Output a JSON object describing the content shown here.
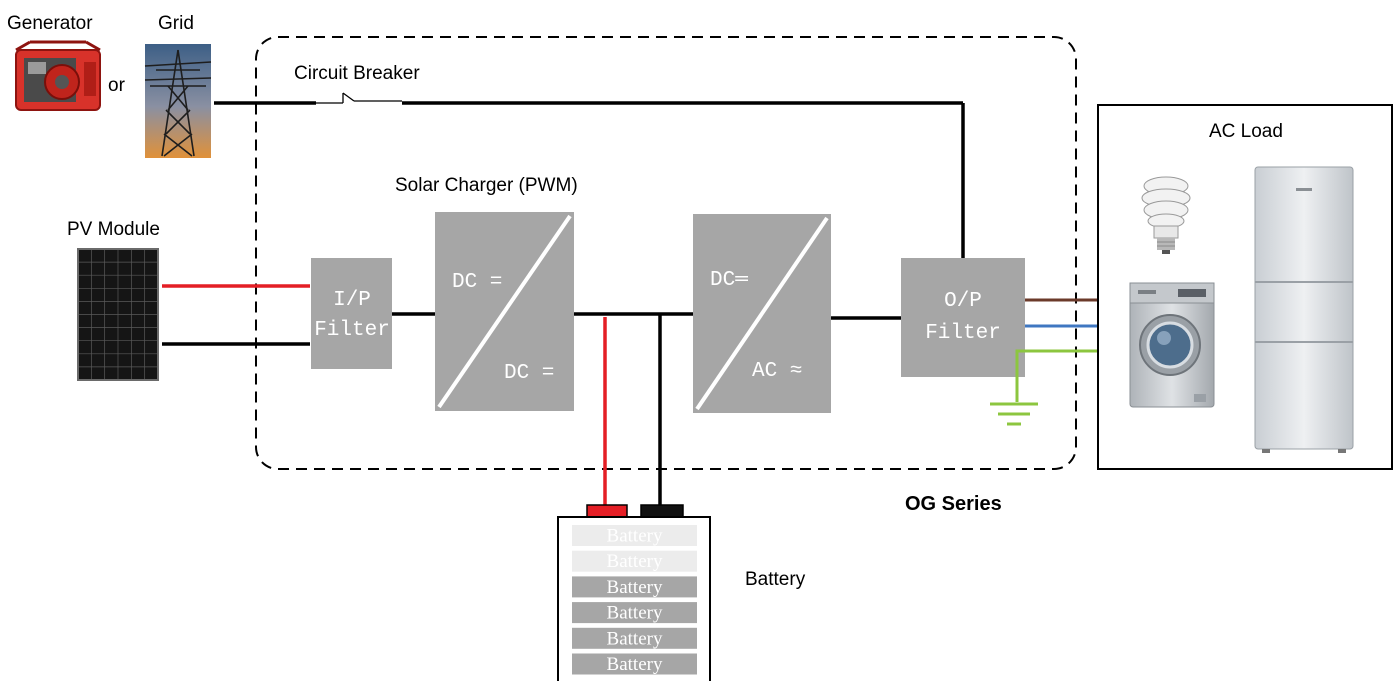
{
  "labels": {
    "generator": "Generator",
    "or": "or",
    "grid": "Grid",
    "circuit_breaker": "Circuit Breaker",
    "solar_charger": "Solar Charger (PWM)",
    "pv_module": "PV Module",
    "ac_load": "AC Load",
    "og_series": "OG Series",
    "battery": "Battery"
  },
  "blocks": {
    "ip_filter": [
      "I/P",
      "Filter"
    ],
    "dc_dc": {
      "top": "DC =",
      "bottom": "DC ="
    },
    "dc_ac": {
      "top": "DC═",
      "bottom": "AC ≈"
    },
    "op_filter": [
      "O/P",
      "Filter"
    ]
  },
  "battery_cells": [
    "Battery",
    "Battery",
    "Battery",
    "Battery",
    "Battery",
    "Battery"
  ],
  "colors": {
    "block": "#a6a6a6",
    "wire": "#000000",
    "positive": "#e41e25",
    "line_brown": "#6b3a2a",
    "line_blue": "#3f77c1",
    "line_green": "#8cc63f",
    "cell_faded": "#ececec",
    "cell_solid": "#a6a6a6"
  },
  "icons": [
    "generator-icon",
    "grid-tower-icon",
    "pv-panel-icon",
    "cfl-bulb-icon",
    "washing-machine-icon",
    "refrigerator-icon",
    "ground-icon"
  ]
}
